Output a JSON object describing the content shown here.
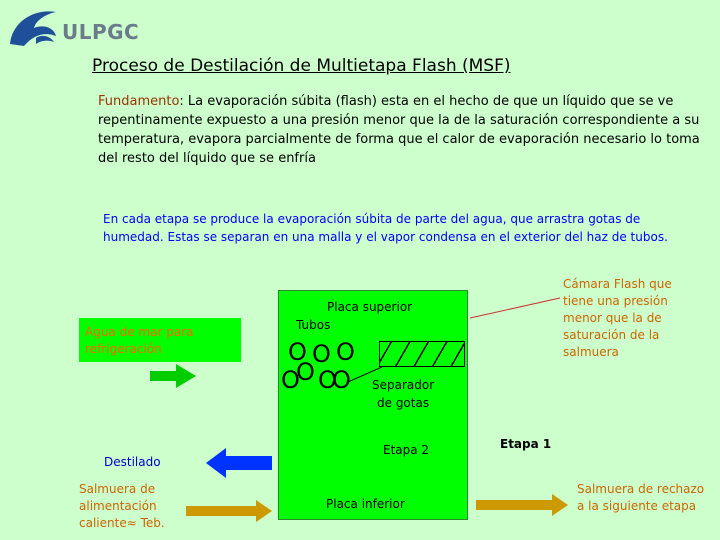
{
  "header": {
    "logo_text": "ULPGC",
    "title": "Proceso de Destilación de Multietapa Flash (MSF)"
  },
  "fundamento": {
    "label": "Fundamento",
    "text": ": La evaporación súbita (flash) esta en el hecho de que un líquido que se ve repentinamente expuesto a una presión menor que la de la saturación correspondiente  a su temperatura, evapora parcialmente de forma que el calor de evaporación necesario lo toma del resto del líquido que se enfría"
  },
  "etapa_text": "En cada etapa se produce la evaporación súbita de parte del agua, que arrastra gotas de humedad. Estas se separan en una malla y el vapor condensa en el exterior del haz de tubos.",
  "diagram": {
    "agua_mar": "Agua de mar para refrigeración",
    "placa_superior": "Placa superior",
    "tubos": "Tubos",
    "separador_1": "Separador",
    "separador_2": "de gotas",
    "etapa2": "Etapa 2",
    "etapa1": "Etapa 1",
    "placa_inferior": "Placa inferior",
    "camara_flash": "Cámara Flash que tiene una presión menor que la de saturación de la salmuera",
    "destilado": "Destilado",
    "salmuera_alim": "Salmuera de alimentación caliente≈ Teb.",
    "salmuera_rechazo": "Salmuera de rechazo a la siguiente etapa",
    "tube_glyph": "O"
  },
  "colors": {
    "background": "#ccffcc",
    "chamber": "#00ff00",
    "arrow_green": "#00cc00",
    "arrow_blue": "#0033ff",
    "arrow_gold": "#cc9900",
    "leader": "#cc3333"
  }
}
